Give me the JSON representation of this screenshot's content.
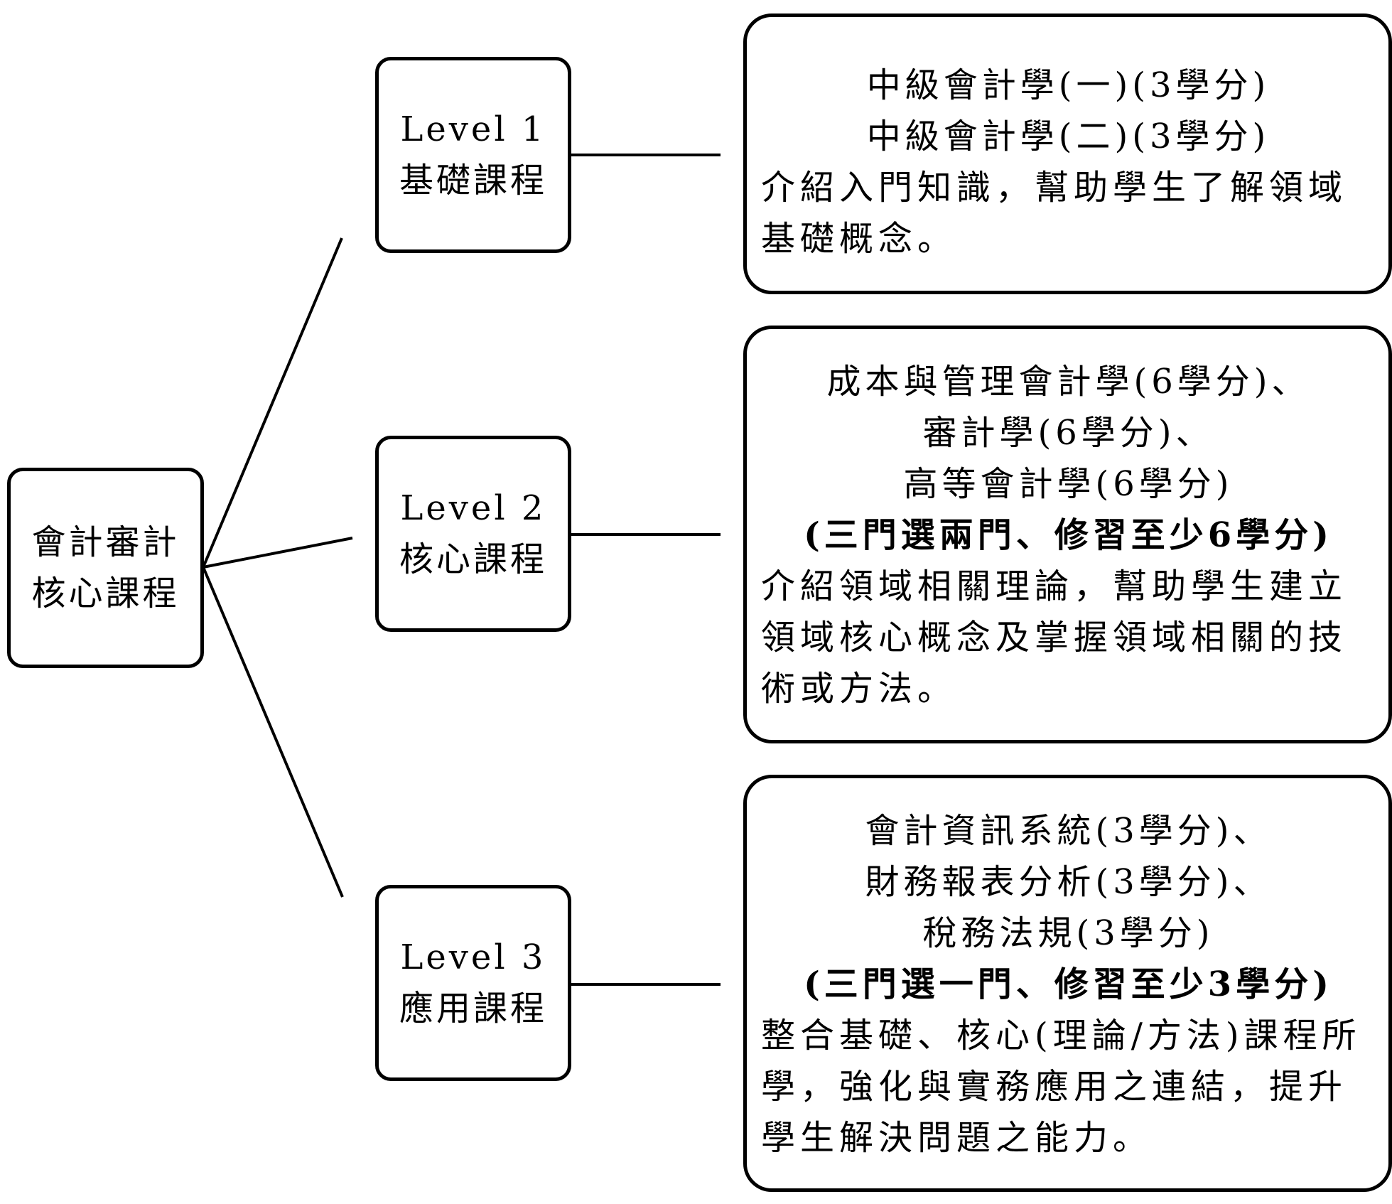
{
  "root": {
    "lines": [
      "會計審計",
      "核心課程"
    ]
  },
  "levels": [
    {
      "label": "Level 1",
      "name": "基礎課程",
      "courses": [
        "中級會計學(一)(3學分)",
        "中級會計學(二)(3學分)"
      ],
      "rule": "",
      "description": [
        "介紹入門知識，幫助學生了解領域",
        "基礎概念。"
      ]
    },
    {
      "label": "Level 2",
      "name": "核心課程",
      "courses": [
        "成本與管理會計學(6學分)、",
        "審計學(6學分)、",
        "高等會計學(6學分)"
      ],
      "rule": "(三門選兩門、修習至少6學分)",
      "description": [
        "介紹領域相關理論，幫助學生建立",
        "領域核心概念及掌握領域相關的技",
        "術或方法。"
      ]
    },
    {
      "label": "Level 3",
      "name": "應用課程",
      "courses": [
        "會計資訊系統(3學分)、",
        "財務報表分析(3學分)、",
        "稅務法規(3學分)"
      ],
      "rule": "(三門選一門、修習至少3學分)",
      "description": [
        "整合基礎、核心(理論/方法)課程所",
        "學，強化與實務應用之連結，提升",
        "學生解決問題之能力。"
      ]
    }
  ]
}
